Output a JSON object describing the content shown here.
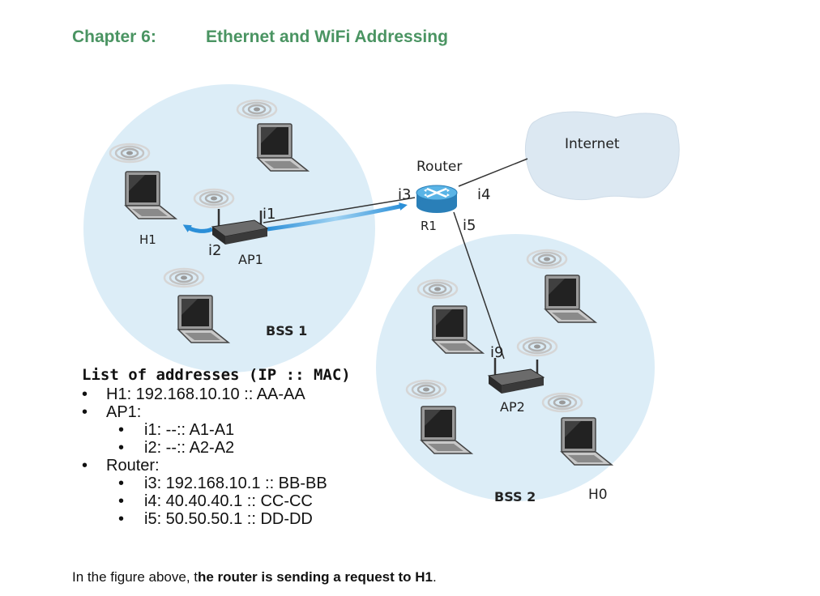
{
  "header": {
    "chapter": "Chapter 6:",
    "title": "Ethernet and WiFi Addressing"
  },
  "diagram": {
    "bss1_label": "BSS 1",
    "bss2_label": "BSS 2",
    "router_label": "Router",
    "router_name": "R1",
    "internet_label": "Internet",
    "ap1_label": "AP1",
    "ap2_label": "AP2",
    "h1_label": "H1",
    "h0_label": "H0",
    "iface_i1": "i1",
    "iface_i2": "i2",
    "iface_i3": "i3",
    "iface_i4": "i4",
    "iface_i5": "i5",
    "iface_i9": "i9",
    "colors": {
      "bss": "#dcedf7",
      "cloud": "#dce8f2",
      "arrow": "#3a9ee0",
      "router": "#3b9fd8"
    }
  },
  "address_list": {
    "title": "List of addresses (IP :: MAC)",
    "items": [
      {
        "label": "H1: 192.168.10.10 :: AA-AA"
      },
      {
        "label": "AP1:"
      },
      {
        "label": "i1: --:: A1-A1"
      },
      {
        "label": "i2: --:: A2-A2"
      },
      {
        "label": "Router:"
      },
      {
        "label": "i3: 192.168.10.1 :: BB-BB"
      },
      {
        "label": "i4: 40.40.40.1  :: CC-CC"
      },
      {
        "label": "i5: 50.50.50.1 :: DD-DD"
      }
    ]
  },
  "caption": {
    "prefix": "In the figure above, t",
    "bold": "he router is sending a request to H1",
    "suffix": "."
  }
}
